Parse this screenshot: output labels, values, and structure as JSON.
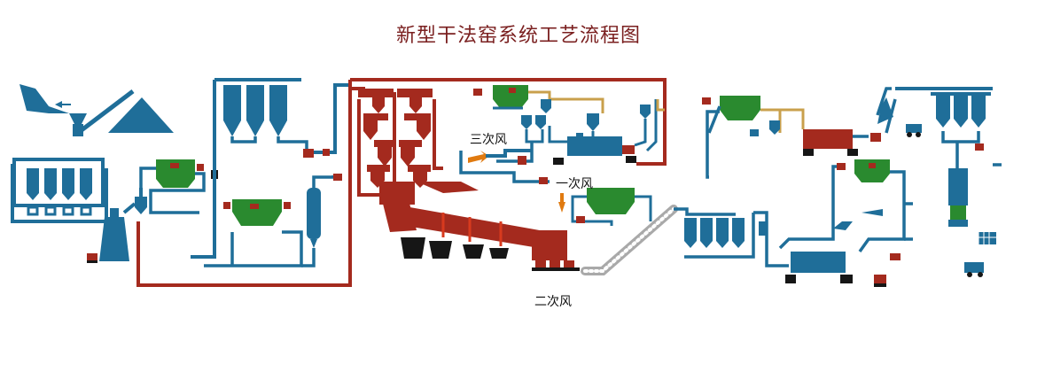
{
  "title": "新型干法窑系统工艺流程图",
  "labels": {
    "tertiary_air": "三次风",
    "primary_air": "一次风",
    "secondary_air": "二次风"
  },
  "colors": {
    "blue": "#1f6e99",
    "red": "#a42a1e",
    "green": "#2a8a2f",
    "tan": "#c9a04c",
    "black": "#161616",
    "gray": "#a9a9a9"
  }
}
